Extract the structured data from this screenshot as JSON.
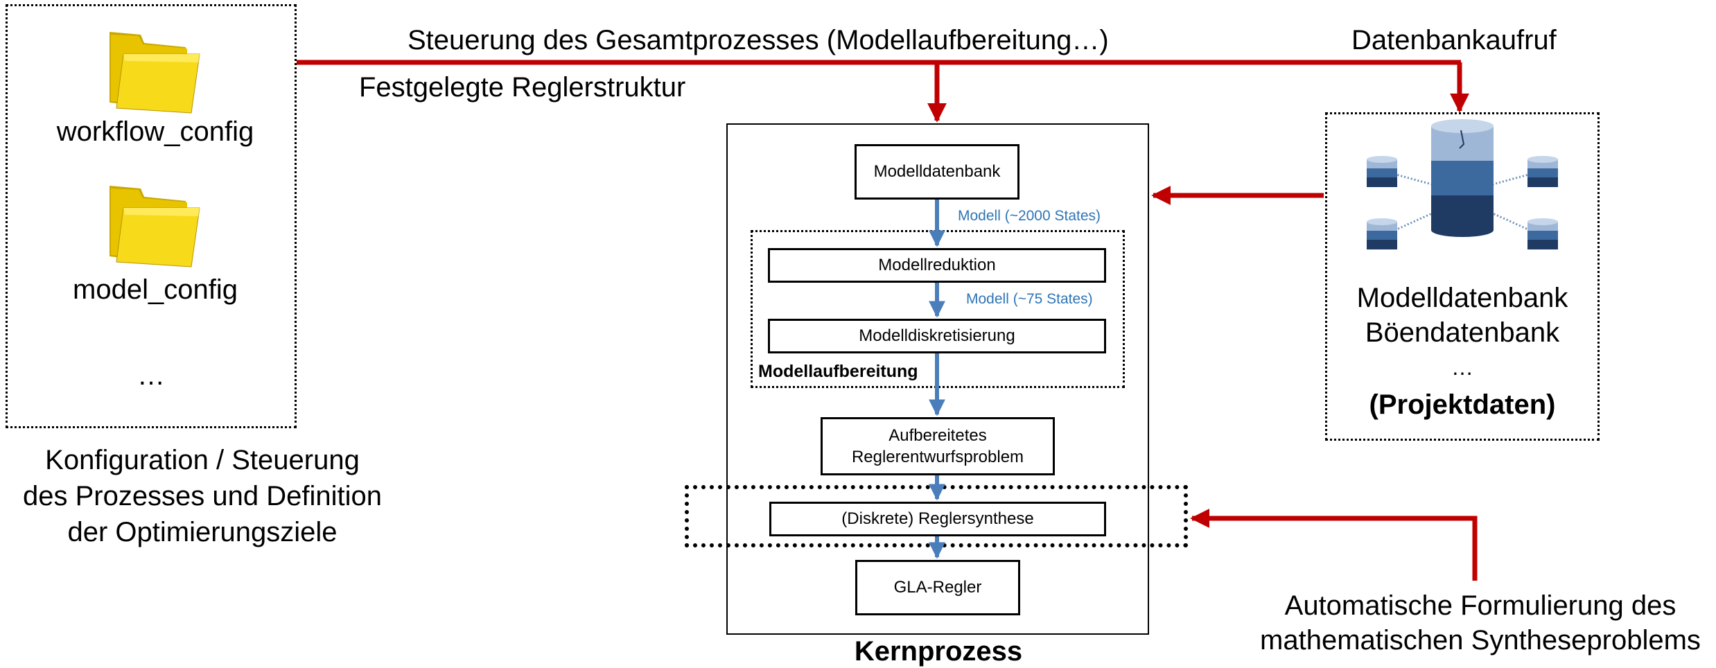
{
  "config_panel": {
    "folder1_label": "workflow_config",
    "folder2_label": "model_config",
    "ellipsis": "…",
    "caption_lines": [
      "Konfiguration / Steuerung",
      "des Prozesses und Definition",
      "der Optimierungsziele"
    ]
  },
  "top_labels": {
    "control": "Steuerung des Gesamtprozesses (Modellaufbereitung…)",
    "structure": "Festgelegte Reglerstruktur",
    "db_call": "Datenbankaufruf"
  },
  "core": {
    "title": "Kernprozess",
    "model_db": "Modelldatenbank",
    "model_2000": "Modell (~2000 States)",
    "reduction": "Modellreduktion",
    "model_75": "Modell (~75 States)",
    "discretization": "Modelldiskretisierung",
    "prep_group": "Modellaufbereitung",
    "problem_line1": "Aufbereitetes",
    "problem_line2": "Reglerentwurfsproblem",
    "synthesis": "(Diskrete) Reglersynthese",
    "controller": "GLA-Regler"
  },
  "project_panel": {
    "line1": "Modelldatenbank",
    "line2": "Böendatenbank",
    "ellipsis": "…",
    "title": "(Projektdaten)"
  },
  "bottom_right": {
    "line1": "Automatische Formulierung des",
    "line2": "mathematischen Syntheseproblems"
  },
  "colors": {
    "red_arrow": "#C00000",
    "blue_arrow": "#4A7EBB",
    "blue_text": "#2E75B6",
    "folder": "#F2D300",
    "db_dark": "#1F3B63",
    "db_mid": "#3C6A9F",
    "db_light": "#9FB7D6"
  }
}
